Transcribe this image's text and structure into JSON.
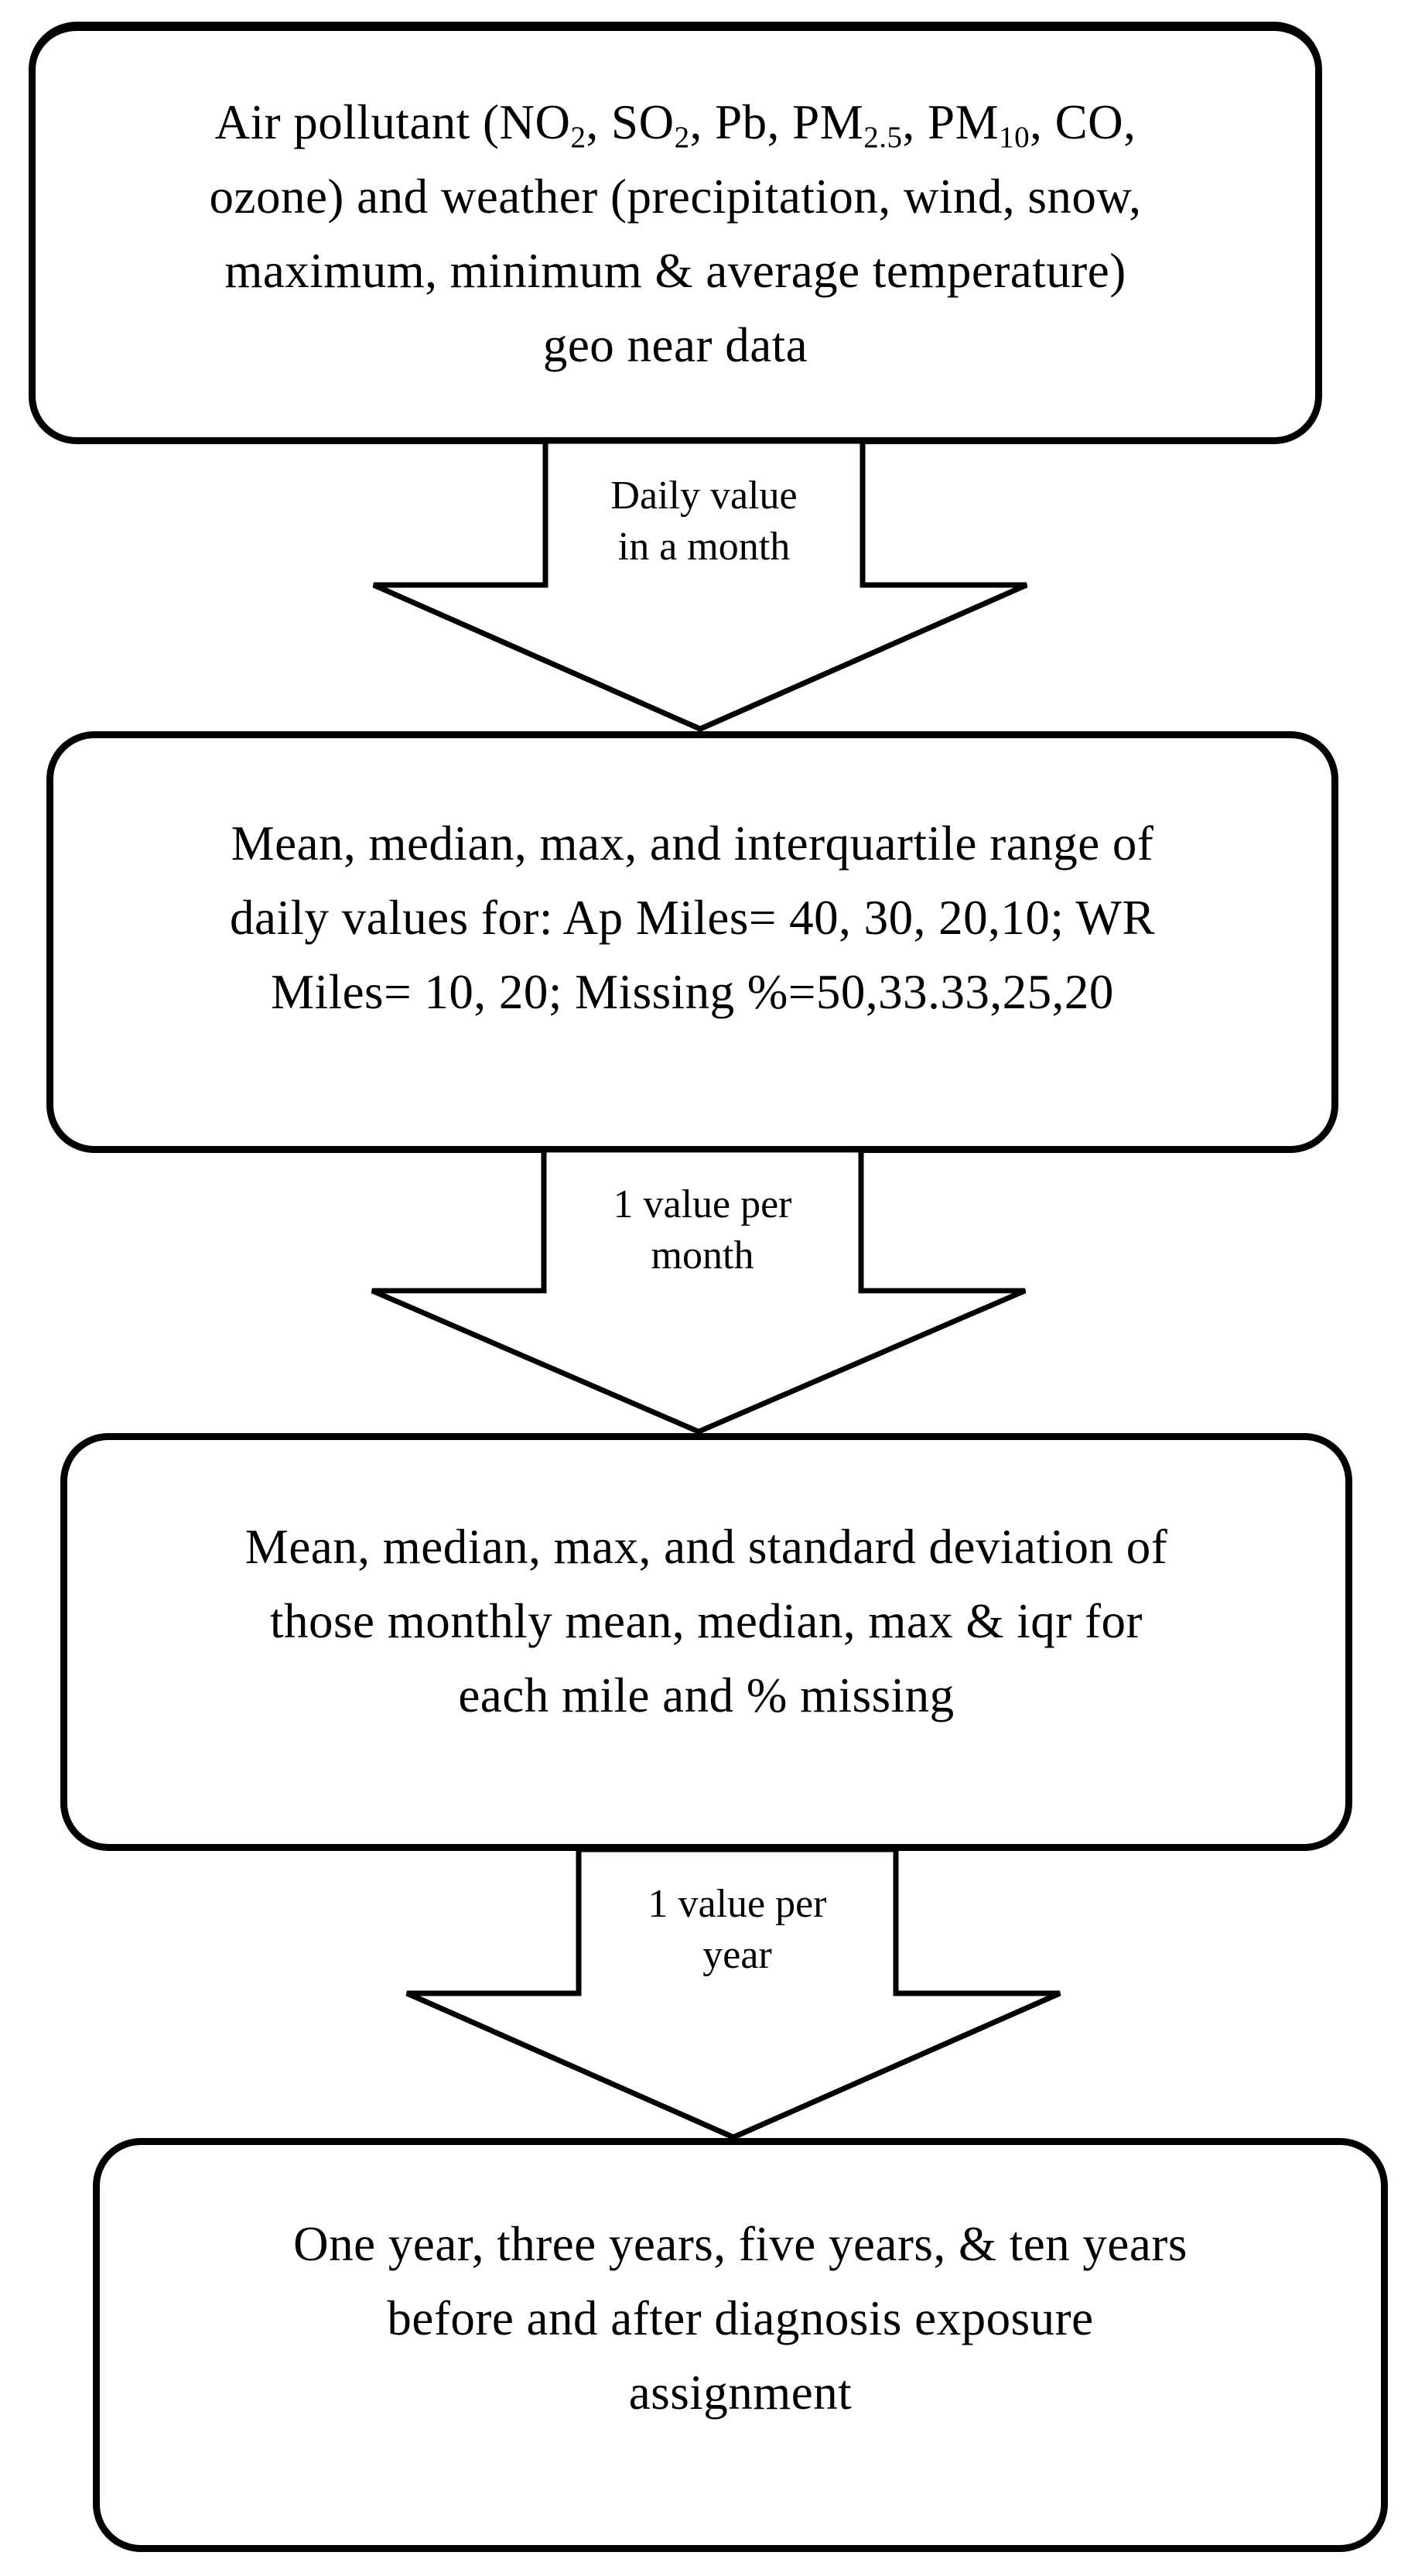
{
  "diagram": {
    "background_color": "#ffffff",
    "stroke_color": "#000000",
    "boxes": [
      {
        "name": "source-data",
        "lines": [
          [
            {
              "t": "Air pollutant (NO"
            },
            {
              "t": "2",
              "sub": true
            },
            {
              "t": ", SO"
            },
            {
              "t": "2",
              "sub": true
            },
            {
              "t": ", Pb, PM"
            },
            {
              "t": "2.5",
              "sub": true
            },
            {
              "t": ", PM"
            },
            {
              "t": "10",
              "sub": true
            },
            {
              "t": ", CO,"
            }
          ],
          [
            {
              "t": "ozone) and weather (precipitation, wind, snow,"
            }
          ],
          [
            {
              "t": "maximum, minimum & average temperature)"
            }
          ],
          [
            {
              "t": "geo near data"
            }
          ]
        ]
      },
      {
        "name": "monthly-statistics",
        "lines": [
          [
            {
              "t": "Mean, median, max, and interquartile range of"
            }
          ],
          [
            {
              "t": "daily values for: Ap Miles= 40, 30, 20,10; WR"
            }
          ],
          [
            {
              "t": "Miles= 10, 20; Missing %=50,33.33,25,20"
            }
          ]
        ]
      },
      {
        "name": "yearly-statistics",
        "lines": [
          [
            {
              "t": "Mean, median, max, and standard deviation of"
            }
          ],
          [
            {
              "t": "those monthly mean, median, max & iqr for"
            }
          ],
          [
            {
              "t": "each mile and % missing"
            }
          ]
        ]
      },
      {
        "name": "exposure-assignment",
        "lines": [
          [
            {
              "t": "One year, three years, five years, & ten years"
            }
          ],
          [
            {
              "t": "before and after diagnosis exposure"
            }
          ],
          [
            {
              "t": "assignment"
            }
          ]
        ]
      }
    ],
    "arrows": [
      {
        "label": "Daily value\nin a month"
      },
      {
        "label": "1 value per\nmonth"
      },
      {
        "label": "1 value per\nyear"
      }
    ]
  }
}
